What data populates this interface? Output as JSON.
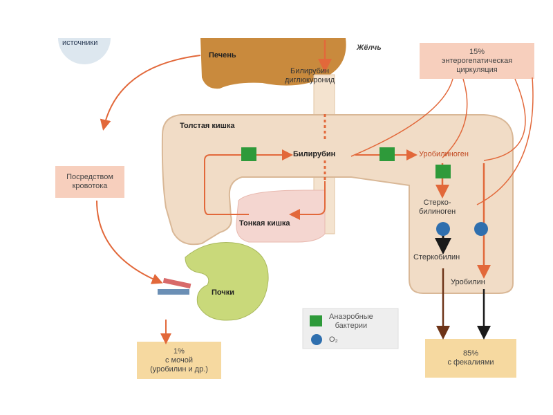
{
  "labels": {
    "sources": "источники",
    "liver": "Печень",
    "bile": "Жёлчь",
    "bilirubin_diglucuronide": "Билирубин\nдиглюкуронид",
    "enterohepatic": "15%\nэнтерогепатическая\nциркуляция",
    "colon": "Толстая кишка",
    "bilirubin": "Билирубин",
    "urobilinogen": "Уробилиноген",
    "by_blood": "Посредством\nкровотока",
    "stercobilinogen": "Стерко-\nбилиноген",
    "small_intestine": "Тонкая кишка",
    "stercobilin": "Стеркобилин",
    "kidneys": "Почки",
    "urobilin": "Уробилин",
    "urine": "1%\nс мочой\n(уробилин и др.)",
    "feces": "85%\nс фекалиями"
  },
  "legend": {
    "bacteria": "Анаэробные\nбактерии",
    "o2": "O₂"
  },
  "colors": {
    "arrow": "#e2683a",
    "intestine_fill": "#f1dcc6",
    "intestine_edge": "#d9b897",
    "liver": "#c98a3d",
    "kidney": "#c9d97a",
    "bacteria": "#2e9a3a",
    "o2": "#2f6fae",
    "salmon_box": "#f7cfbd",
    "yellow_box": "#f6d9a0",
    "dark_arrow": "#1a1a1a",
    "brown_arrow": "#6e3418"
  }
}
